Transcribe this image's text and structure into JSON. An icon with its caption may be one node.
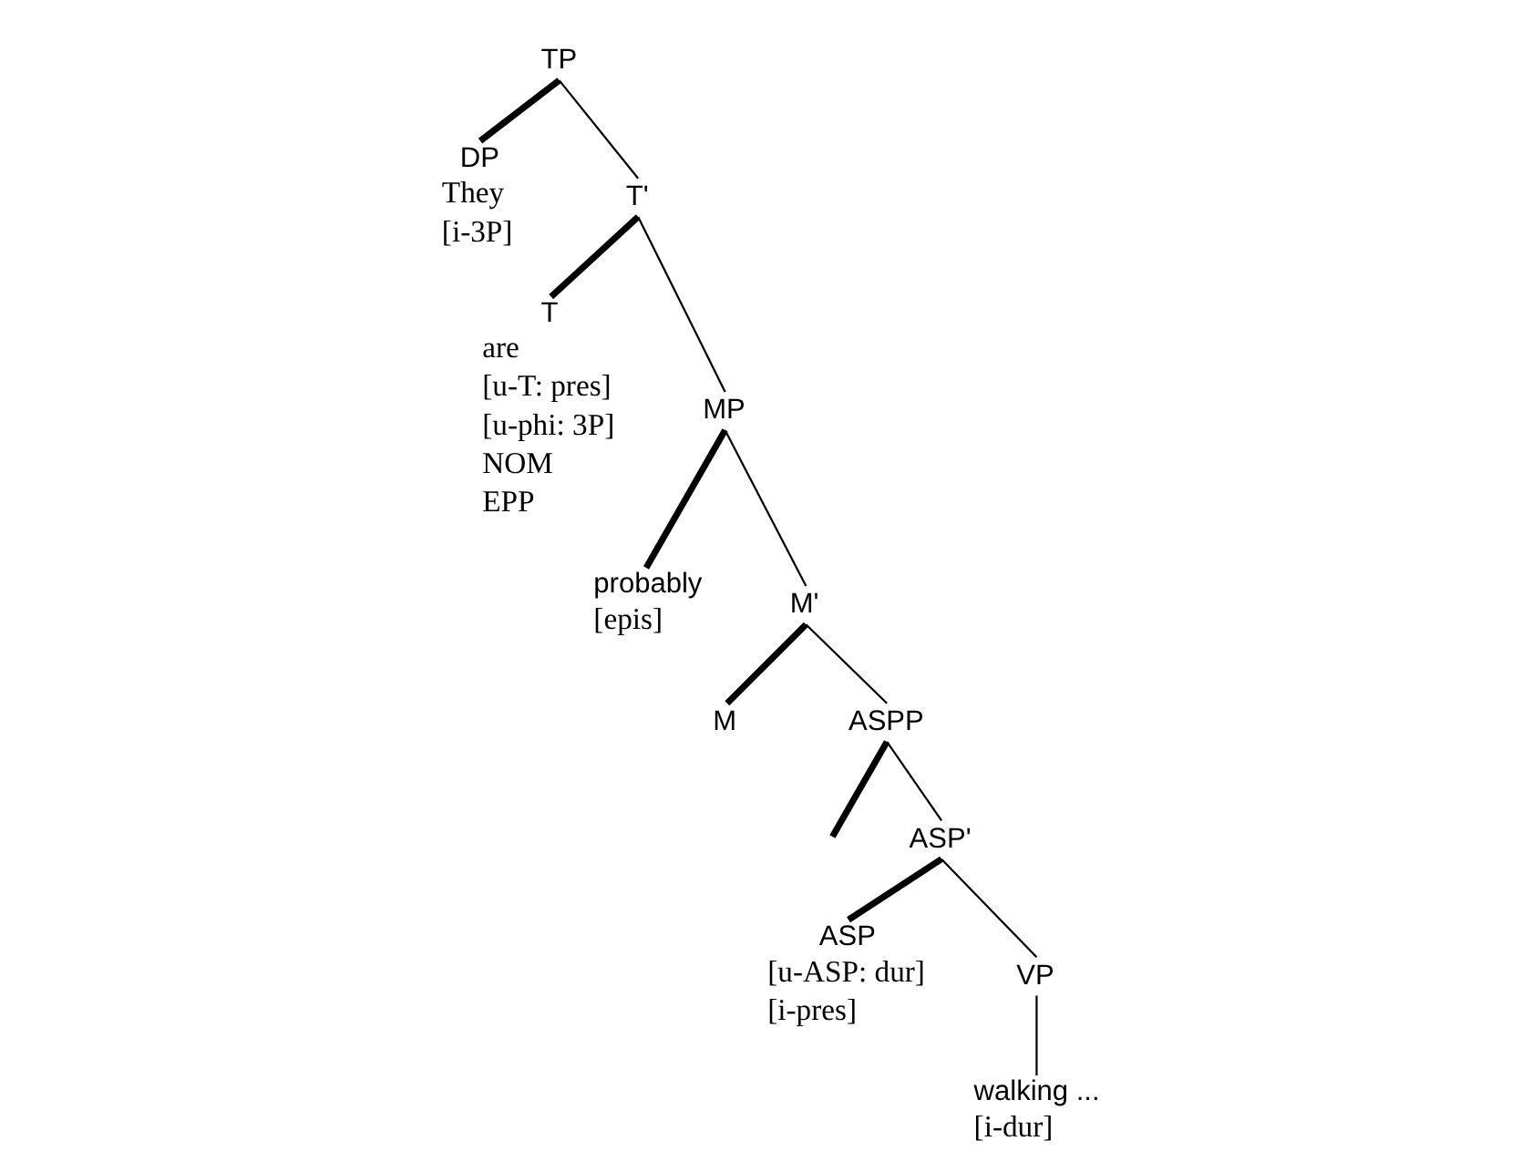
{
  "diagram": {
    "nodes": [
      {
        "text": [
          "TP"
        ]
      },
      {
        "text": [
          "DP"
        ],
        "beside": [
          "They",
          "[i-3P]"
        ]
      },
      {
        "text": [
          "T'"
        ]
      },
      {
        "text": [
          "T"
        ],
        "beside": [
          "are",
          "[u-T: pres]",
          "[u-phi: 3P]",
          "NOM",
          "EPP"
        ]
      },
      {
        "text": [
          "MP"
        ]
      },
      {
        "text": [
          "probably"
        ],
        "beside": [
          "[epis]"
        ]
      },
      {
        "text": [
          "M'"
        ]
      },
      {
        "text": [
          "M"
        ]
      },
      {
        "text": [
          "ASPP"
        ]
      },
      {
        "text": [
          "ASP'"
        ]
      },
      {
        "text": [
          "ASP"
        ],
        "beside": [
          "[u-ASP: dur]",
          "[i-pres]"
        ]
      },
      {
        "text": [
          "VP"
        ]
      },
      {
        "text": [
          "walking ..."
        ],
        "beside": [
          "[i-dur]"
        ]
      }
    ],
    "edges": [
      {
        "from": 0,
        "to": 1,
        "arrow": "none",
        "style": "thick"
      },
      {
        "from": 0,
        "to": 2,
        "arrow": "none"
      },
      {
        "from": 2,
        "to": 3,
        "arrow": "none",
        "style": "thick"
      },
      {
        "from": 2,
        "to": 4,
        "arrow": "none"
      },
      {
        "from": 4,
        "to": 5,
        "arrow": "none",
        "style": "thick"
      },
      {
        "from": 4,
        "to": 6,
        "arrow": "none"
      },
      {
        "from": 6,
        "to": 7,
        "arrow": "none",
        "style": "thick"
      },
      {
        "from": 6,
        "to": 8,
        "arrow": "none"
      },
      {
        "from": 8,
        "to": null,
        "arrow": "none",
        "style": "thick"
      },
      {
        "from": 8,
        "to": 9,
        "arrow": "none"
      },
      {
        "from": 9,
        "to": 10,
        "arrow": "none",
        "style": "thick"
      },
      {
        "from": 9,
        "to": 11,
        "arrow": "none"
      },
      {
        "from": 11,
        "to": 12,
        "arrow": "none"
      }
    ]
  }
}
